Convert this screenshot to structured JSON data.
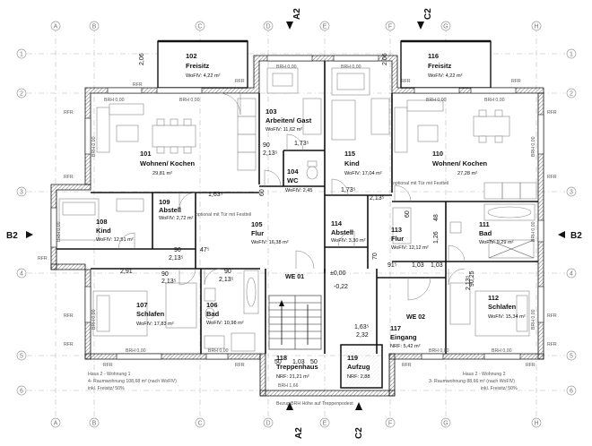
{
  "grid": {
    "cols": [
      "A",
      "B",
      "C",
      "D",
      "E",
      "F",
      "G",
      "H"
    ],
    "rows": [
      "1",
      "2",
      "3",
      "4",
      "5",
      "6"
    ]
  },
  "sections": {
    "a2": "A2",
    "b2": "B2",
    "c2": "C2"
  },
  "rooms": {
    "r101": {
      "num": "101",
      "name": "Wohnen/ Kochen",
      "area": "29,81 m²"
    },
    "r102": {
      "num": "102",
      "name": "Freisitz",
      "area": "WoFlV: 4,22 m²"
    },
    "r103": {
      "num": "103",
      "name": "Arbeiten/ Gast",
      "area": "WoFlV: 11,62 m²"
    },
    "r104": {
      "num": "104",
      "name": "WC",
      "area": "WoFlV: 2,45"
    },
    "r105": {
      "num": "105",
      "name": "Flur",
      "area": "WoFlV: 16,38 m²"
    },
    "r106": {
      "num": "106",
      "name": "Bad",
      "area": "WoFlV: 10,98 m²"
    },
    "r107": {
      "num": "107",
      "name": "Schlafen",
      "area": "WoFlV: 17,83 m²"
    },
    "r108": {
      "num": "108",
      "name": "Kind",
      "area": "WoFlV: 12,51 m²"
    },
    "r109": {
      "num": "109",
      "name": "Abstell",
      "area": "WoFlV: 2,72 m²"
    },
    "r110": {
      "num": "110",
      "name": "Wohnen/ Kochen",
      "area": "27,28 m²"
    },
    "r111": {
      "num": "111",
      "name": "Bad",
      "area": "WoFlV: 9,29 m²"
    },
    "r112": {
      "num": "112",
      "name": "Schlafen",
      "area": "WoFlV: 15,34 m²"
    },
    "r113": {
      "num": "113",
      "name": "Flur",
      "area": "WoFlV: 12,12 m²"
    },
    "r114": {
      "num": "114",
      "name": "Abstell",
      "area": "WoFlV: 3,30 m²"
    },
    "r115": {
      "num": "115",
      "name": "Kind",
      "area": "WoFlV: 17,04 m²"
    },
    "r116": {
      "num": "116",
      "name": "Freisitz",
      "area": "WoFlV: 4,22 m²"
    },
    "r117": {
      "num": "117",
      "name": "Eingang",
      "area": "NRF: 5,42 m²"
    },
    "r118": {
      "num": "118",
      "name": "Treppenhaus",
      "area": "NRF: 21,21 m²"
    },
    "r119": {
      "num": "119",
      "name": "Aufzug",
      "area": "NRF: 2,88"
    }
  },
  "labels": {
    "brh000": "BRH 0,00",
    "brh166": "BRH 1,66",
    "rfr": "RFR",
    "we01": "WE 01",
    "we02": "WE 02",
    "level": "±0,00",
    "level2": "-0,22",
    "optional": "optional mit Tür mit Festteil",
    "bezug": "Bezug BRH Höhe auf Treppenpodest"
  },
  "dims": {
    "d206a": "2,06",
    "d206b": "2,06",
    "d163a": "1,63⁵",
    "d163b": "1,63⁵",
    "d173a": "1,73⁵",
    "d173b": "1,73⁵",
    "d90a": "90",
    "d90b": "90",
    "d90c": "90",
    "d90d": "90",
    "d213a": "2,13⁵",
    "d213b": "2,13⁵",
    "d213c": "2,13⁵",
    "d213d": "2,13⁵",
    "d213e": "2,13⁵",
    "d213f": "2,13⁵",
    "d47": "47⁵",
    "d291": "2,91",
    "d232": "2,32",
    "d103a": "1,03",
    "d103b": "1,03",
    "d91": "91⁵",
    "d9025": "90,25",
    "d50a": "50",
    "d50b": "50",
    "d103c": "1,03",
    "d60": "60",
    "d70": "70",
    "d126": "1,26",
    "d48": "48",
    "d60b": "60"
  },
  "notes": {
    "w1_title": "Haus 2 - Wohnung 1",
    "w1_area": "4- Raumwohnung 108,68 m² (nach WoFlV)",
    "w1_incl": "inkl. Freisitz/ 50%",
    "w2_title": "Haus 2 - Wohnung 2",
    "w2_area": "3- Raumwohnung 88,66 m² (nach WoFlV)",
    "w2_incl": "inkl. Freisitz/ 50%"
  }
}
